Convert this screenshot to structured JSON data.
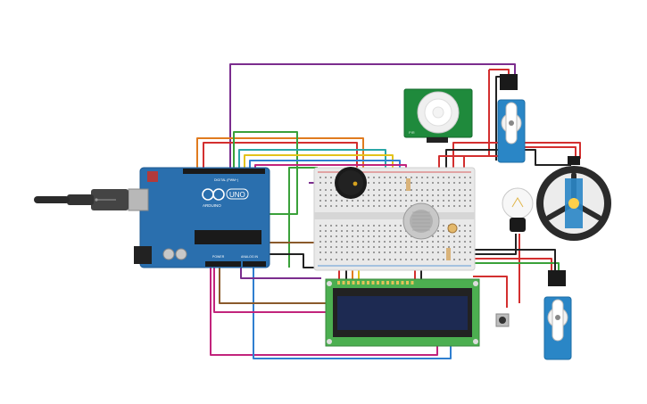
{
  "arduino": {
    "brand_text": "ARDUINO",
    "model_text": "UNO",
    "header_digital": "DIGITAL (PWM~)",
    "header_power": "POWER",
    "header_analog": "ANALOG IN"
  },
  "components": {
    "pir_sensor": "PIR",
    "gas_sensor": "MQ",
    "lcd": "16x2 LCD",
    "buzzer": "Piezo",
    "bulb": "Light bulb",
    "dc_motor": "Wheel motor",
    "servo_top": "Servo",
    "servo_bottom": "Servo",
    "pushbutton": "Button"
  },
  "colors": {
    "board": "#2a6fae",
    "breadboard": "#e9e9e9",
    "lcd_green": "#4caf50",
    "lcd_screen": "#1d2a52",
    "pir_pcb": "#1f8a3c",
    "servo_blue": "#2a86c6",
    "wire_purple": "#7b2d8e",
    "wire_red": "#d32f2f",
    "wire_orange": "#e07b1f",
    "wire_yellow": "#e3c21a",
    "wire_green": "#3aa13a",
    "wire_teal": "#2aa7a7",
    "wire_blue": "#2f7fd0",
    "wire_magenta": "#c2247c",
    "wire_brown": "#8a5a2b",
    "wire_black": "#222222"
  }
}
